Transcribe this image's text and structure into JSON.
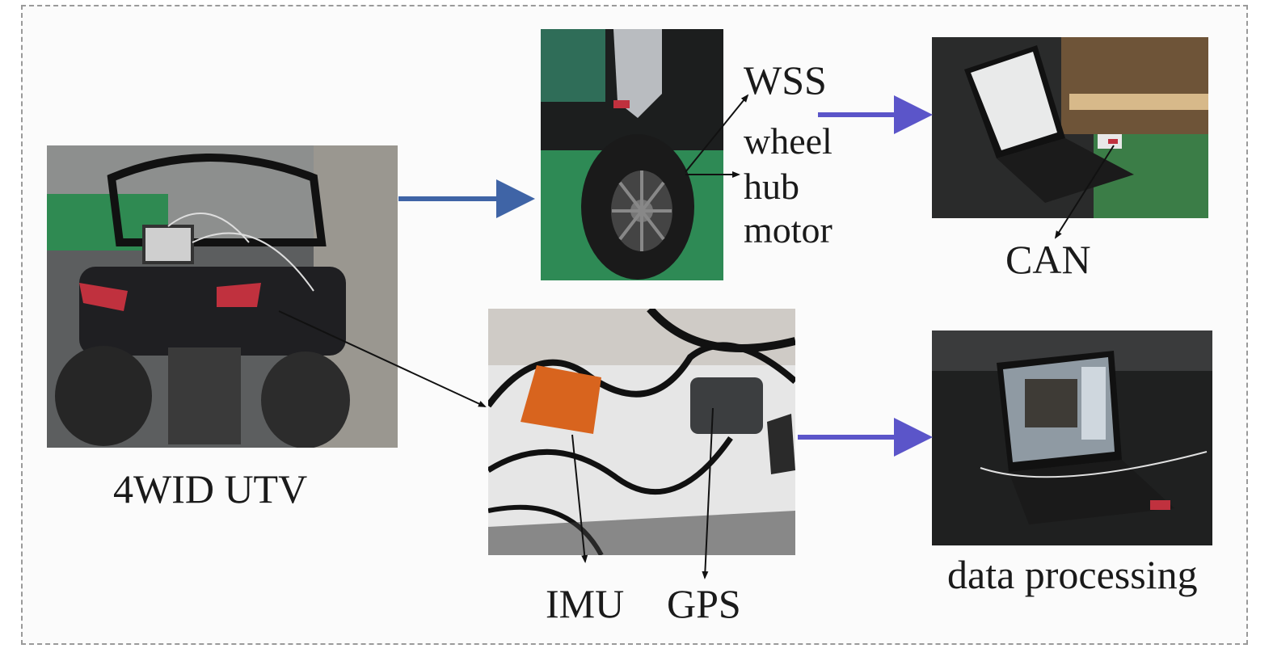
{
  "labels": {
    "utv": "4WID UTV",
    "wss": "WSS",
    "wheel": "wheel",
    "hub": "hub",
    "motor": "motor",
    "can": "CAN",
    "imu": "IMU",
    "gps": "GPS",
    "data_processing": "data processing"
  },
  "colors": {
    "frame_border": "#9a9a9a",
    "flow_arrow_blue": "#3f64a6",
    "flow_arrow_purple": "#5b55c9",
    "pointer_arrow": "#111111",
    "imu_body": "#d8641e",
    "mat_green": "#2f8a52"
  },
  "photos": [
    {
      "id": "utv-photo",
      "icon": "vehicle-photo"
    },
    {
      "id": "wheel-photo",
      "icon": "wheel-hub-motor-photo"
    },
    {
      "id": "laptop-can-photo",
      "icon": "laptop-photo"
    },
    {
      "id": "imu-gps-photo",
      "icon": "sensor-photo"
    },
    {
      "id": "laptop-data-photo",
      "icon": "laptop-photo"
    }
  ]
}
